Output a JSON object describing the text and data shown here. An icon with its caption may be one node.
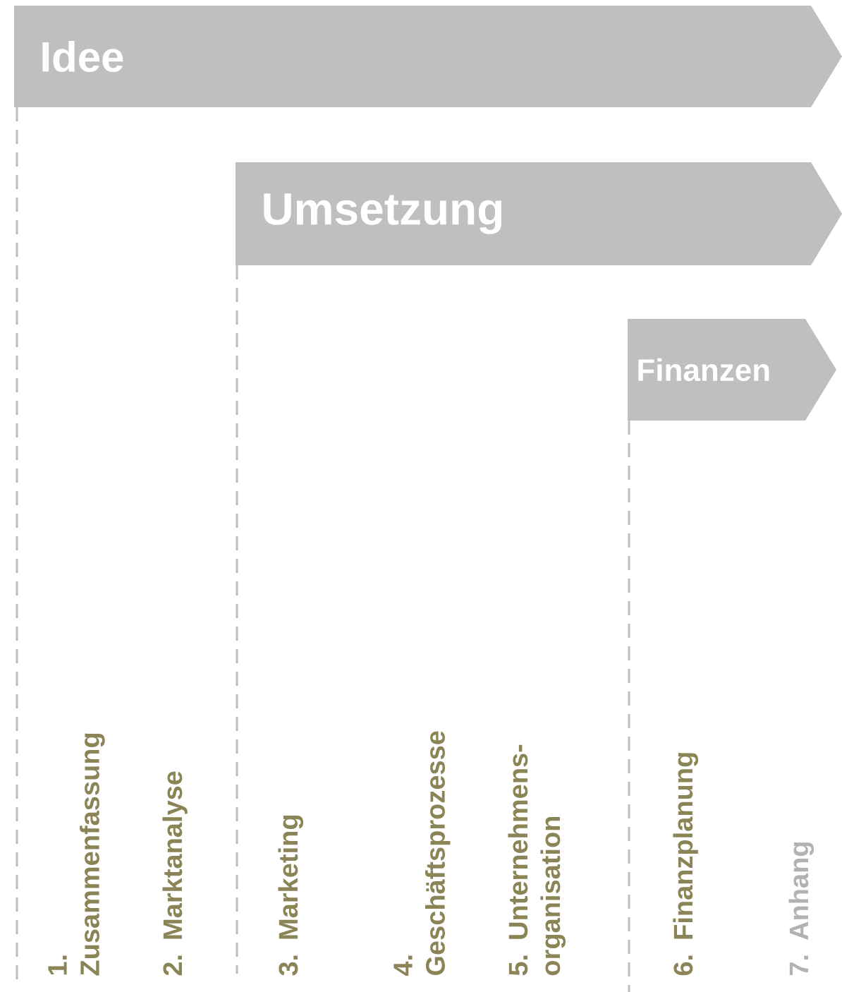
{
  "diagram": {
    "nodes": [
      {
        "text": [
          "Idee"
        ]
      },
      {
        "text": [
          "Umsetzung"
        ]
      },
      {
        "text": [
          "Finanzen"
        ]
      }
    ],
    "labels": [
      "1. Zusammenfassung",
      "2. Marktanalyse",
      "3. Marketing",
      "4. Geschäftsprozesse",
      "5. Unternehmens- organisation",
      "6. Finanzplanung",
      "7. Anhang"
    ]
  }
}
